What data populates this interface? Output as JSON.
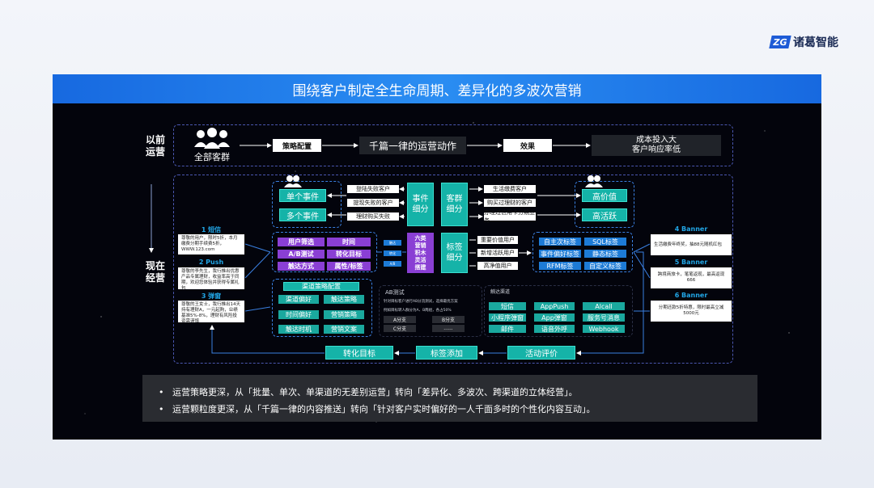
{
  "brand": {
    "logo_mark": "ZG",
    "logo_text": "诸葛智能",
    "accent": "#1769e0"
  },
  "banner": {
    "title": "围绕客户制定全生命周期、差异化的多波次营销"
  },
  "before": {
    "label": "以前\n运营",
    "group": "全部客群",
    "strategy": "策略配置",
    "action": "千篇一律的运营动作",
    "effect": "效果",
    "result": "成本投入大\n客户响应率低"
  },
  "now": {
    "label": "现在\n经营"
  },
  "left_events": {
    "single": "单个事件",
    "multi": "多个事件",
    "items": [
      "登陆失败客户",
      "提现失败的客户",
      "理财购买失败"
    ]
  },
  "event_seg": "事件\n细分",
  "group_seg": "客群\n细分",
  "tag_seg": "标签\n细分",
  "six": "六类\n营销\n积木\n灵活\n搭建",
  "group_items": [
    "生活缴费客户",
    "购买过理财的客户",
    "办理过信用卡分期业务"
  ],
  "right_values": {
    "high": "高价值",
    "active": "高活跃"
  },
  "tag_items": [
    "重要价值用户",
    "新增活跃用户",
    "高净值用户"
  ],
  "tags": [
    "自主次标签",
    "SQL标签",
    "事件偏好标签",
    "静态标签",
    "RFM标签",
    "自定义标签"
  ],
  "blocks": [
    "用户筛选",
    "时间",
    "A/B测试",
    "转化目标",
    "触达方式",
    "属性/标签"
  ],
  "mini_tags": [
    "触达",
    "转化",
    "A/B"
  ],
  "channel": {
    "title": "渠道策略配置",
    "items": [
      "渠道偏好",
      "触达策略",
      "时间偏好",
      "营销策略",
      "触达时机",
      "营销文案"
    ]
  },
  "ab": {
    "title": "AB测试",
    "desc": "针对目标客户进行AB分流测试，选择最优方案",
    "desc2": "例如目标转人群分为A、B两组，各占50%",
    "a": "A分支",
    "b": "B分支",
    "c": "C分支",
    "more": "......"
  },
  "reach": {
    "title": "触达渠道",
    "items": [
      "短信",
      "AppPush",
      "Alcall",
      "小程序弹窗",
      "App弹窗",
      "服务号消息",
      "邮件",
      "语音外呼",
      "Webhook"
    ]
  },
  "left_side": [
    {
      "title": "1 短信",
      "text": "尊敬的用户，限时5折，本月缴费分期手续费5折，WWW.123.com"
    },
    {
      "title": "2 Push",
      "text": "尊敬的李先生，我行推出优惠产品专属理财，收益率高于同期，欢迎您体验并获得专属礼包"
    },
    {
      "title": "3 弹窗",
      "text": "尊敬的王女士，我行推出14天持有理财A，一元起购，业绩基准5%-8%，理财有风险投资需谨慎"
    }
  ],
  "right_side": [
    {
      "title": "4 Banner",
      "text": "生活缴费年终奖，抽88元随机红包"
    },
    {
      "title": "5 Banner",
      "text": "跨境商旅卡，笔笔返现，最高返现666"
    },
    {
      "title": "6 Banner",
      "text": "分期还款5折特惠，限时最高立减5000元"
    }
  ],
  "bottom": [
    "转化目标",
    "标签添加",
    "活动评价"
  ],
  "summary": [
    "运营策略更深，从「批量、单次、单渠道的无差别运营」转向「差异化、多波次、跨渠道的立体经营」。",
    "运营颗粒度更深，从「千篇一律的内容推送」转向「针对客户实时偏好的一人千面多时的个性化内容互动」。"
  ],
  "colors": {
    "teal": "#15b3a8",
    "purple": "#8a3fd4",
    "blue": "#1d7bd6",
    "panel": "#03040c"
  }
}
